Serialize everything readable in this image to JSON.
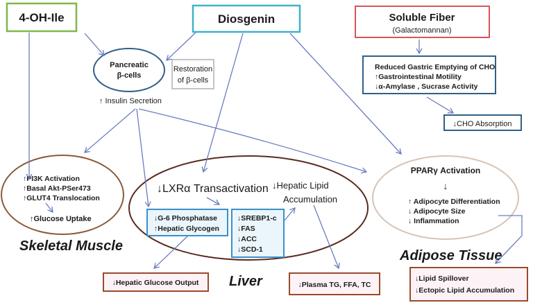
{
  "colors": {
    "arrow": "#6a7cc0",
    "green_box": "#7db84a",
    "cyan_box": "#3fb2c9",
    "red_box": "#d9545a",
    "dark_blue": "#2f5f8a",
    "brown": "#8a5a3a",
    "liver": "#5a2a20",
    "adipose": "#d8c4b4",
    "output_box": "#9a4a2a"
  },
  "sources": {
    "ile": "4-OH-Ile",
    "diosgenin": "Diosgenin",
    "fiber_title": "Soluble Fiber",
    "fiber_sub": "(Galactomannan)"
  },
  "pancreas": {
    "line1": "Pancreatic",
    "line2": "β-cells",
    "restoration1": "Restoration",
    "restoration2": "of β-cells",
    "insulin": "↑ Insulin Secretion"
  },
  "gut": {
    "lines": [
      "Reduced Gastric Emptying of CHO",
      "↑Gastrointestinal Motility",
      "↓α-Amylase , Sucrase Activity"
    ],
    "absorption": "↓CHO Absorption"
  },
  "muscle": {
    "lines": [
      "↑PI3K Activation",
      "↑Basal Akt-PSer473",
      "↑GLUT4 Translocation"
    ],
    "uptake": "↑Glucose Uptake",
    "label": "Skeletal Muscle"
  },
  "liver": {
    "lxr": "↓LXRα Transactivation",
    "lipid1": "↓Hepatic Lipid",
    "lipid2": "Accumulation",
    "glucose_box": [
      "↓G-6 Phosphatase",
      "↑Hepatic Glycogen"
    ],
    "lipo_box": [
      "↓SREBP1-c",
      "↓FAS",
      "↓ACC",
      "↓SCD-1"
    ],
    "label": "Liver",
    "glucose_output": "↓Hepatic Glucose Output",
    "plasma": "↓Plasma TG, FFA, TC"
  },
  "adipose": {
    "ppar": "PPARγ Activation",
    "down_arrow": "↓",
    "lines": [
      "↑ Adipocyte Differentiation",
      "↓ Adipocyte Size",
      "↓ Inflammation"
    ],
    "label": "Adipose Tissue",
    "outcome": [
      "↓Lipid Spillover",
      "↓Ectopic Lipid Accumulation"
    ]
  }
}
